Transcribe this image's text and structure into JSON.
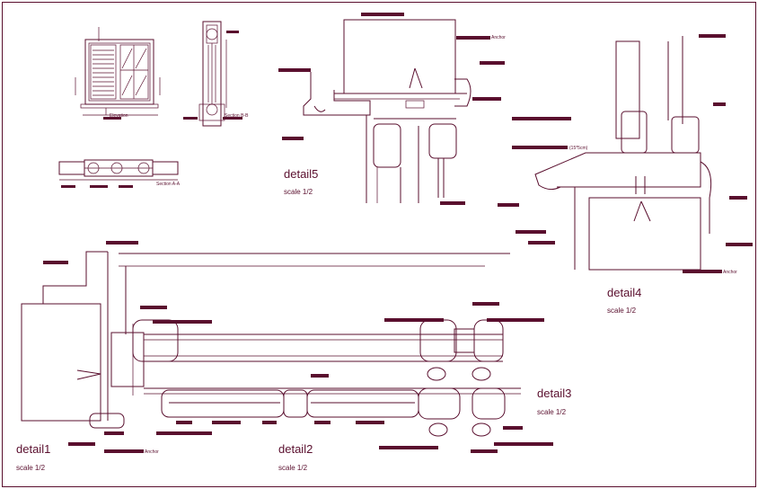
{
  "details": [
    {
      "id": "detail1",
      "title": "detail1",
      "scale": "scale 1/2"
    },
    {
      "id": "detail2",
      "title": "detail2",
      "scale": "scale 1/2"
    },
    {
      "id": "detail3",
      "title": "detail3",
      "scale": "scale 1/2"
    },
    {
      "id": "detail4",
      "title": "detail4",
      "scale": "scale 1/2"
    },
    {
      "id": "detail5",
      "title": "detail5",
      "scale": "scale 1/2"
    }
  ],
  "views": {
    "elevation": "Elevation",
    "section_bb": "Section B-B",
    "section_aa": "Section A-A",
    "anchor": "Anchor",
    "anchor2": "Anchor",
    "slope": "(15*5cm)"
  },
  "colors": {
    "ink": "#5a0f2e",
    "background": "#ffffff"
  }
}
